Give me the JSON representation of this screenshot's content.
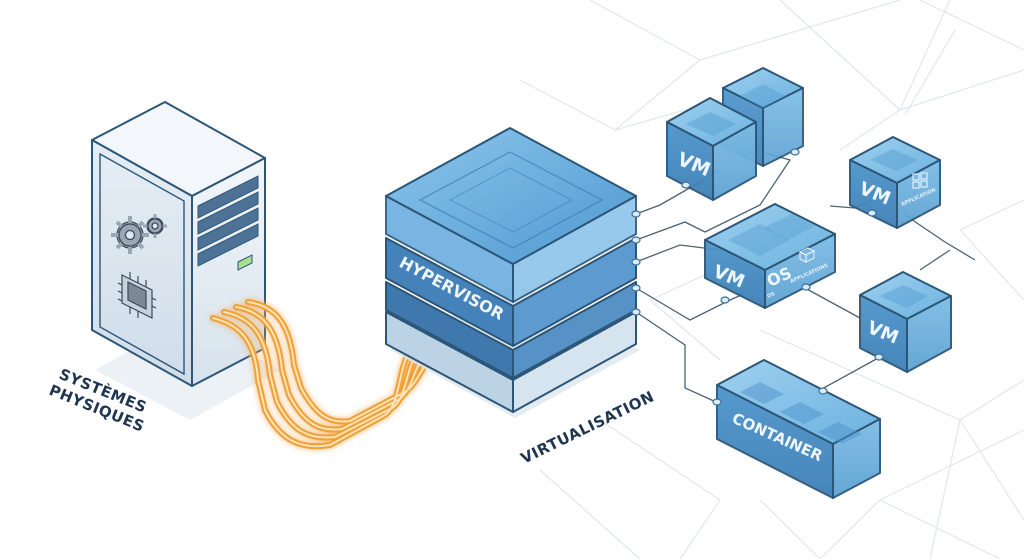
{
  "diagram": {
    "physical": {
      "label_line1": "SYSTÈMES",
      "label_line2": "PHYSIQUES",
      "icons": [
        "gears-icon",
        "cpu-chip-icon",
        "drive-bays-icon",
        "status-led-icon"
      ]
    },
    "hypervisor": {
      "label": "HYPERVISOR",
      "caption": "VIRTUALISATION",
      "layers": 4
    },
    "cable": {
      "strands": 4,
      "color": "#f2a43a"
    },
    "nodes": [
      {
        "id": "vm-top-left",
        "label": "VM"
      },
      {
        "id": "cube-top-back",
        "label": ""
      },
      {
        "id": "vm-app",
        "label": "VM",
        "sublabel": "APPLICATION"
      },
      {
        "id": "vm-os",
        "label": "VM",
        "os_label": "OS",
        "os_sublabel": "OS",
        "app_sublabel": "APPLICATIONS"
      },
      {
        "id": "vm-right",
        "label": "VM"
      },
      {
        "id": "container",
        "label": "CONTAINER"
      },
      {
        "id": "cube-bottom-right",
        "label": ""
      }
    ],
    "colors": {
      "cube_fill": "#5da6d6",
      "cube_stroke": "#2c5678",
      "hypervisor_dark": "#3f7bb3",
      "server_body": "#dfe9f2",
      "text_dark": "#1f3550",
      "cable": "#f2a43a"
    }
  }
}
